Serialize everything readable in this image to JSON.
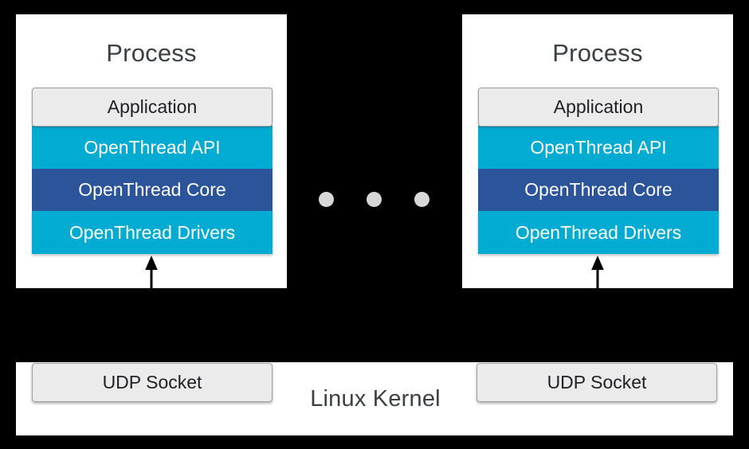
{
  "diagram": {
    "title": "OpenThread multiple-process architecture over Linux kernel UDP sockets",
    "colors": {
      "background": "#000000",
      "panel": "#ffffff",
      "cyan": "#02ABD2",
      "dark_blue": "#2B549B",
      "light_gray_box": "#ebebeb",
      "box_border": "#9e9e9e",
      "title_text": "#3c4043",
      "dot": "#d8d8d8",
      "arrow": "#000000"
    },
    "processes": [
      {
        "title": "Process",
        "layers": [
          {
            "label": "Application",
            "style": "gray"
          },
          {
            "label": "OpenThread API",
            "style": "cyan"
          },
          {
            "label": "OpenThread Core",
            "style": "blue"
          },
          {
            "label": "OpenThread Drivers",
            "style": "cyan"
          }
        ],
        "arrow": {
          "direction": "up",
          "icon": "arrow-up-icon"
        }
      },
      {
        "title": "Process",
        "layers": [
          {
            "label": "Application",
            "style": "gray"
          },
          {
            "label": "OpenThread API",
            "style": "cyan"
          },
          {
            "label": "OpenThread Core",
            "style": "blue"
          },
          {
            "label": "OpenThread Drivers",
            "style": "cyan"
          }
        ],
        "arrow": {
          "direction": "up",
          "icon": "arrow-up-icon"
        }
      }
    ],
    "ellipsis": {
      "icon": "ellipsis-dots-icon",
      "count": 3,
      "meaning": "more processes"
    },
    "kernel": {
      "label": "Linux Kernel",
      "sockets": [
        {
          "label": "UDP Socket"
        },
        {
          "label": "UDP Socket"
        }
      ]
    }
  }
}
